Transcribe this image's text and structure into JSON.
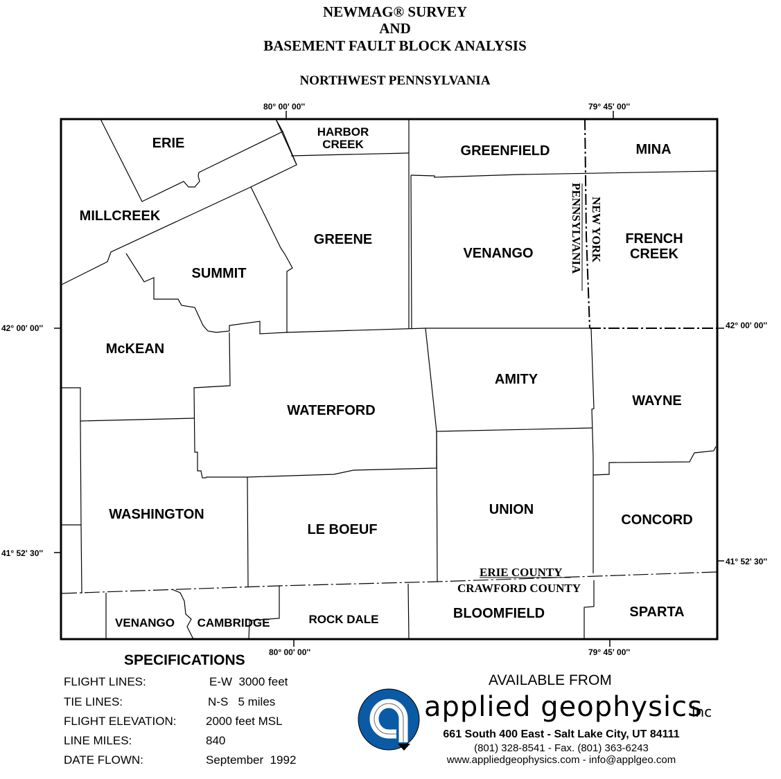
{
  "header": {
    "title_line1": "NEWMAG® SURVEY",
    "title_line2": "AND",
    "title_line3": "BASEMENT FAULT BLOCK ANALYSIS",
    "subtitle": "NORTHWEST PENNSYLVANIA"
  },
  "coordinates": {
    "top_left_lon": "80° 00' 00''",
    "top_right_lon": "79° 45' 00''",
    "bottom_left_lon": "80° 00' 00''",
    "bottom_right_lon": "79° 45' 00''",
    "left_upper_lat": "42° 00' 00''",
    "left_lower_lat": "41° 52' 30''",
    "right_upper_lat": "42° 00' 00''",
    "right_lower_lat": "41° 52' 30''"
  },
  "map": {
    "townships": {
      "erie": "ERIE",
      "harbor_creek_1": "HARBOR",
      "harbor_creek_2": "CREEK",
      "greenfield": "GREENFIELD",
      "mina": "MINA",
      "millcreek": "MILLCREEK",
      "greene": "GREENE",
      "venango_north": "VENANGO",
      "french_creek_1": "FRENCH",
      "french_creek_2": "CREEK",
      "summit": "SUMMIT",
      "mckean": "McKEAN",
      "amity": "AMITY",
      "wayne": "WAYNE",
      "waterford": "WATERFORD",
      "washington": "WASHINGTON",
      "le_boeuf": "LE BOEUF",
      "union": "UNION",
      "concord": "CONCORD",
      "venango_south": "VENANGO",
      "cambridge": "CAMBRIDGE",
      "rock_dale": "ROCK DALE",
      "bloomfield": "BLOOMFIELD",
      "sparta": "SPARTA"
    },
    "state_labels": {
      "new_york": "NEW YORK",
      "pennsylvania": "PENNSYLVANIA"
    },
    "county_labels": {
      "erie_county": "ERIE COUNTY",
      "crawford_county": "CRAWFORD COUNTY"
    }
  },
  "specifications": {
    "heading": "SPECIFICATIONS",
    "rows": [
      {
        "label": "FLIGHT LINES:",
        "value": "E-W  3000 feet"
      },
      {
        "label": "TIE LINES:",
        "value": "N-S   5 miles"
      },
      {
        "label": "FLIGHT ELEVATION:",
        "value": "2000 feet MSL"
      },
      {
        "label": "LINE MILES:",
        "value": "840"
      },
      {
        "label": "DATE FLOWN:",
        "value": "September  1992"
      }
    ]
  },
  "company": {
    "available_from": "AVAILABLE FROM",
    "name": "applied geophysics",
    "suffix": "inc",
    "address": "661 South 400 East - Salt Lake City, UT  84111",
    "phone": "(801) 328-8541 - Fax. (801) 363-6243",
    "web_email": "www.appliedgeophysics.com - info@applgeo.com",
    "logo_color": "#0b5aa6"
  }
}
